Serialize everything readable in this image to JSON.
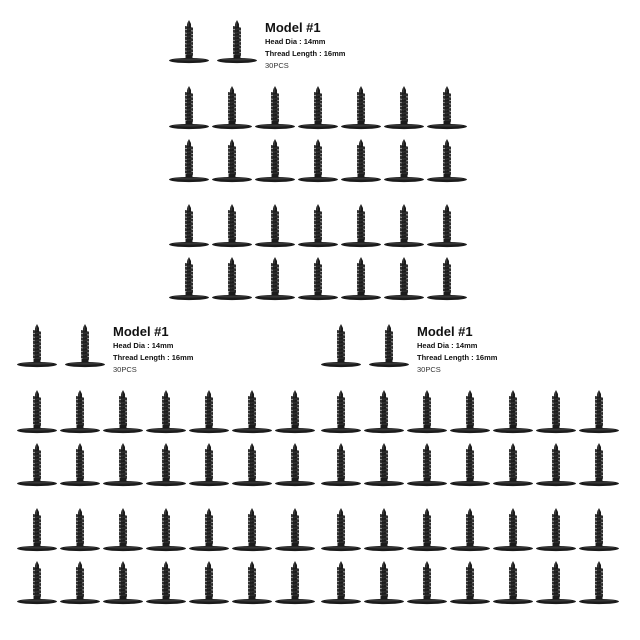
{
  "product": {
    "icon": "black-self-tapping-screw-icon",
    "color": "#1b1b1b",
    "groups": [
      {
        "model": "Model #1",
        "head_dia": "Head Dia : 14mm",
        "thread_length": "Thread Length : 16mm",
        "quantity": "30PCS"
      },
      {
        "model": "Model #1",
        "head_dia": "Head Dia : 14mm",
        "thread_length": "Thread Length : 16mm",
        "quantity": "30PCS"
      },
      {
        "model": "Model #1",
        "head_dia": "Head Dia : 14mm",
        "thread_length": "Thread Length : 16mm",
        "quantity": "30PCS"
      }
    ]
  }
}
